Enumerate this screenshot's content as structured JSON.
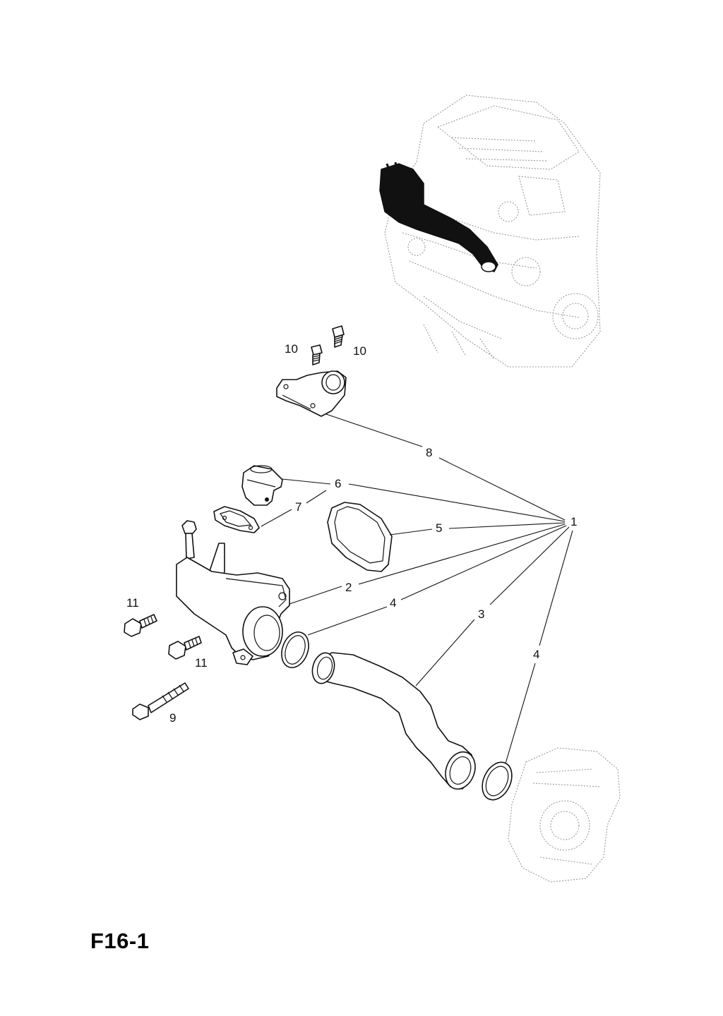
{
  "figure": {
    "code": "F16-1"
  },
  "callouts": {
    "l1": "1",
    "l2": "2",
    "l3": "3",
    "l4a": "4",
    "l4b": "4",
    "l5": "5",
    "l6": "6",
    "l7": "7",
    "l8": "8",
    "l9": "9",
    "l10a": "10",
    "l10b": "10",
    "l11a": "11",
    "l11b": "11"
  }
}
